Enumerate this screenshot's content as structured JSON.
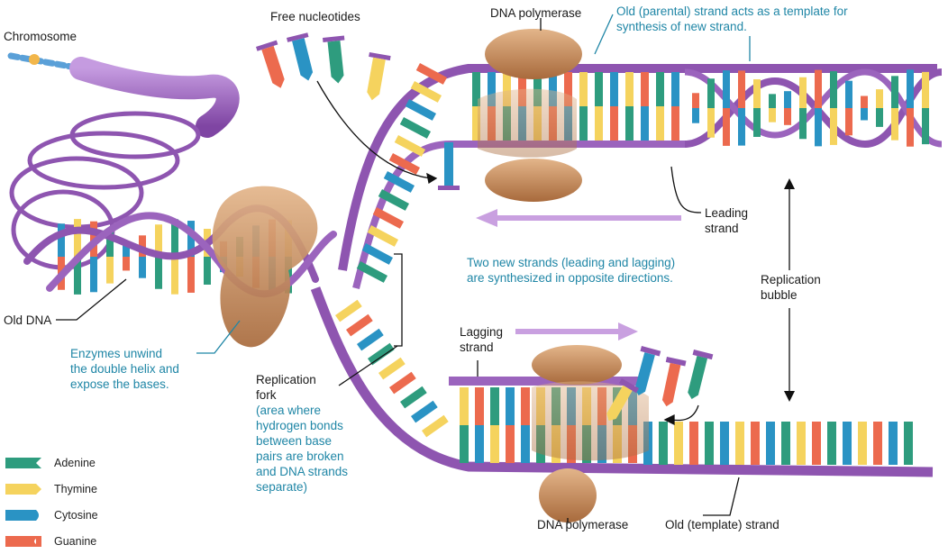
{
  "labels": {
    "chromosome": "Chromosome",
    "free_nucleotides": "Free nucleotides",
    "dna_polymerase_top": "DNA polymerase",
    "old_strand_note_1": "Old (parental) strand acts as a template for",
    "old_strand_note_2": "synthesis of new strand.",
    "leading_1": "Leading",
    "leading_2": "strand",
    "two_strands_1": "Two new strands (leading and lagging)",
    "two_strands_2": "are synthesized in opposite directions.",
    "bubble_1": "Replication",
    "bubble_2": "bubble",
    "old_dna": "Old DNA",
    "enzymes_1": "Enzymes unwind",
    "enzymes_2": "the double helix and",
    "enzymes_3": "expose the bases.",
    "fork_1": "Replication",
    "fork_2": "fork",
    "fork_3": "(area where",
    "fork_4": "hydrogen bonds",
    "fork_5": "between base",
    "fork_6": "pairs are broken",
    "fork_7": "and DNA strands",
    "fork_8": "separate)",
    "lagging_1": "Lagging",
    "lagging_2": "strand",
    "dna_polymerase_bottom": "DNA polymerase",
    "old_template": "Old (template) strand"
  },
  "legend": [
    {
      "label": "Adenine",
      "color": "#2e9c7e"
    },
    {
      "label": "Thymine",
      "color": "#f5d35e"
    },
    {
      "label": "Cytosine",
      "color": "#2a93c4"
    },
    {
      "label": "Guanine",
      "color": "#ec6a4e"
    }
  ],
  "colors": {
    "backbone": "#8e55b0",
    "backbone_light": "#b98ad2",
    "enzyme": "#c48a5c",
    "annotation_blue": "#1f86a6"
  }
}
